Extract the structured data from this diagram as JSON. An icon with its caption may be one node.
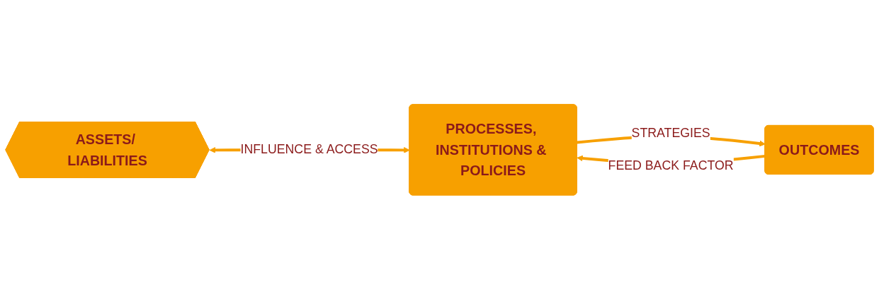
{
  "diagram": {
    "nodes": [
      {
        "text": [
          "ASSETS/ LIABILITIES"
        ]
      },
      {
        "text": [
          "PROCESSES, INSTITUTIONS & POLICIES"
        ]
      },
      {
        "text": [
          "OUTCOMES"
        ]
      }
    ],
    "edges": [
      {
        "from": 0,
        "to": 1,
        "arrow": "both",
        "label": "INFLUENCE & ACCESS"
      },
      {
        "from": 1,
        "to": 2,
        "arrow": "to",
        "label": "STRATEGIES"
      },
      {
        "from": 2,
        "to": 1,
        "arrow": "to",
        "label": "FEED BACK FACTOR"
      }
    ]
  }
}
